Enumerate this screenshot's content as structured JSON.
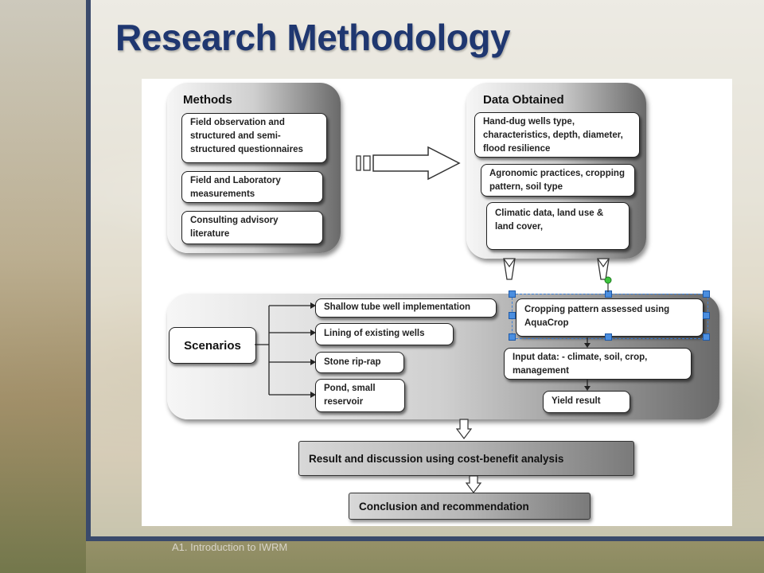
{
  "slide": {
    "title": "Research Methodology",
    "footer": "A1. Introduction to IWRM"
  },
  "diagram": {
    "methods": {
      "title": "Methods",
      "items": [
        "Field observation and structured and semi-structured questionnaires",
        "Field and Laboratory measurements",
        "Consulting advisory literature"
      ]
    },
    "data_obtained": {
      "title": "Data Obtained",
      "items": [
        "Hand-dug wells type, characteristics, depth, diameter, flood resilience",
        "Agronomic practices, cropping pattern, soil type",
        "Climatic data, land use & land cover,"
      ]
    },
    "scenarios": {
      "label": "Scenarios",
      "items": [
        "Shallow tube well implementation",
        "Lining of existing wells",
        "Stone rip-rap",
        "Pond, small reservoir"
      ]
    },
    "crop_model": {
      "cropping": "Cropping pattern assessed using AquaCrop",
      "input": "Input data: - climate, soil, crop, management",
      "yield": "Yield result"
    },
    "result": "Result and discussion using cost-benefit analysis",
    "conclusion": "Conclusion and recommendation"
  },
  "colors": {
    "title": "#1f3770",
    "frame": "#3a4a6b",
    "selection": "#3c7fd6"
  }
}
